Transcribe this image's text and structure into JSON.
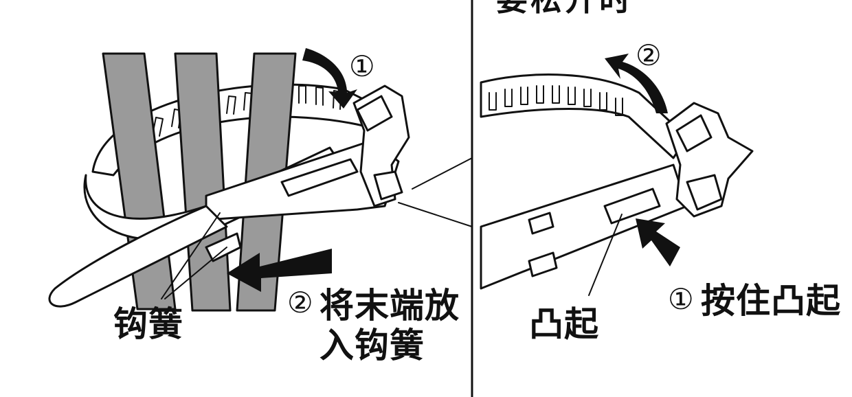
{
  "right_panel": {
    "heading_partial": "要松开时",
    "step1_marker": "①",
    "step1_text": "按住凸起",
    "step2_marker": "②",
    "part_label": "凸起"
  },
  "left_panel": {
    "step1_marker": "①",
    "step2_marker": "②",
    "step2_line1": "将末端放",
    "step2_line2": "入钩簧",
    "part_label": "钩簧"
  },
  "colors": {
    "ink": "#111111",
    "strap_gray": "#9a9a9a",
    "tie_fill": "#ffffff",
    "background": "#ffffff"
  }
}
